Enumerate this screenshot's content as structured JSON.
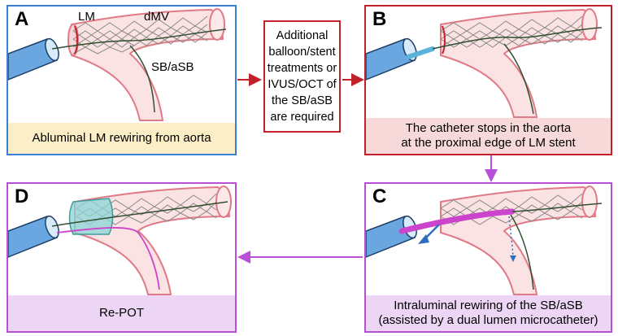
{
  "panels": {
    "a": {
      "letter": "A",
      "labels": {
        "lm": "LM",
        "dmv": "dMV",
        "sb": "SB/aSB"
      },
      "caption": [
        "Abluminal LM rewiring from aorta"
      ]
    },
    "b": {
      "letter": "B",
      "caption": [
        "The catheter stops in the aorta",
        "at the proximal edge of LM stent"
      ]
    },
    "c": {
      "letter": "C",
      "caption": [
        "Intraluminal rewiring of the SB/aSB",
        "(assisted by a dual lumen microcatheter)"
      ]
    },
    "d": {
      "letter": "D",
      "caption": [
        "Re-POT"
      ]
    }
  },
  "note": [
    "Additional",
    "balloon/stent",
    "treatments or",
    "IVUS/OCT of",
    "the SB/aSB",
    "are required"
  ],
  "colors": {
    "panel_a_border": "#3a7fd5",
    "panel_b_border": "#c0212b",
    "panel_cd_border": "#b84fd6",
    "caption_a_bg": "#fcefc7",
    "caption_b_bg": "#f7d9d9",
    "caption_cd_bg": "#edd6f5",
    "vessel_fill": "#fbe3e3",
    "vessel_stroke": "#e07a86",
    "catheter": "#5b9bd5",
    "stent": "#8a8a8a",
    "wire": "#2f4f2f",
    "microcatheter": "#cc44cc",
    "balloon": "#8ad6d6"
  }
}
